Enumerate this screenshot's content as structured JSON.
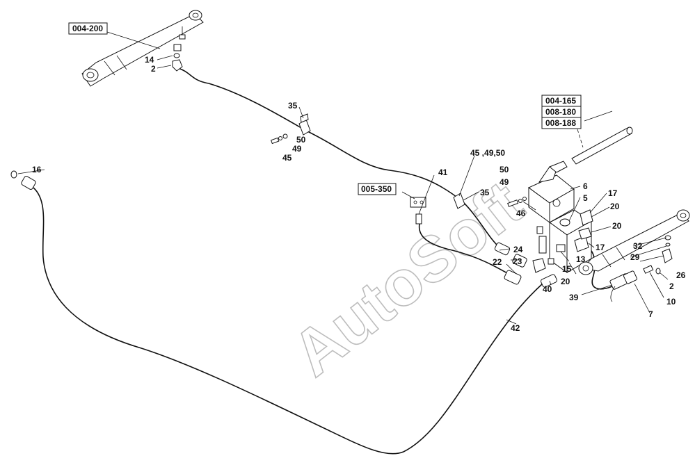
{
  "watermark": "AutoSoft",
  "references": [
    {
      "id": "ref-004-200",
      "text": "004-200"
    },
    {
      "id": "ref-004-165",
      "text": "004-165"
    },
    {
      "id": "ref-008-180",
      "text": "008-180"
    },
    {
      "id": "ref-008-188",
      "text": "008-188"
    },
    {
      "id": "ref-005-350",
      "text": "005-350"
    }
  ],
  "labels": [
    {
      "id": "14",
      "text": "14"
    },
    {
      "id": "2a",
      "text": "2"
    },
    {
      "id": "35a",
      "text": "35"
    },
    {
      "id": "50a",
      "text": "50"
    },
    {
      "id": "49a",
      "text": "49"
    },
    {
      "id": "45a",
      "text": "45"
    },
    {
      "id": "16",
      "text": "16"
    },
    {
      "id": "45-49-50",
      "text": "45 ,49,50"
    },
    {
      "id": "41",
      "text": "41"
    },
    {
      "id": "35b",
      "text": "35"
    },
    {
      "id": "50b",
      "text": "50"
    },
    {
      "id": "49b",
      "text": "49"
    },
    {
      "id": "46",
      "text": "46"
    },
    {
      "id": "6",
      "text": "6"
    },
    {
      "id": "5",
      "text": "5"
    },
    {
      "id": "17a",
      "text": "17"
    },
    {
      "id": "20a",
      "text": "20"
    },
    {
      "id": "20b",
      "text": "20"
    },
    {
      "id": "24",
      "text": "24"
    },
    {
      "id": "23",
      "text": "23"
    },
    {
      "id": "22",
      "text": "22"
    },
    {
      "id": "17b",
      "text": "17"
    },
    {
      "id": "32",
      "text": "32"
    },
    {
      "id": "13",
      "text": "13"
    },
    {
      "id": "29",
      "text": "29"
    },
    {
      "id": "15",
      "text": "15"
    },
    {
      "id": "26",
      "text": "26"
    },
    {
      "id": "20c",
      "text": "20"
    },
    {
      "id": "40",
      "text": "40"
    },
    {
      "id": "2b",
      "text": "2"
    },
    {
      "id": "39",
      "text": "39"
    },
    {
      "id": "10",
      "text": "10"
    },
    {
      "id": "42",
      "text": "42"
    },
    {
      "id": "7",
      "text": "7"
    }
  ]
}
